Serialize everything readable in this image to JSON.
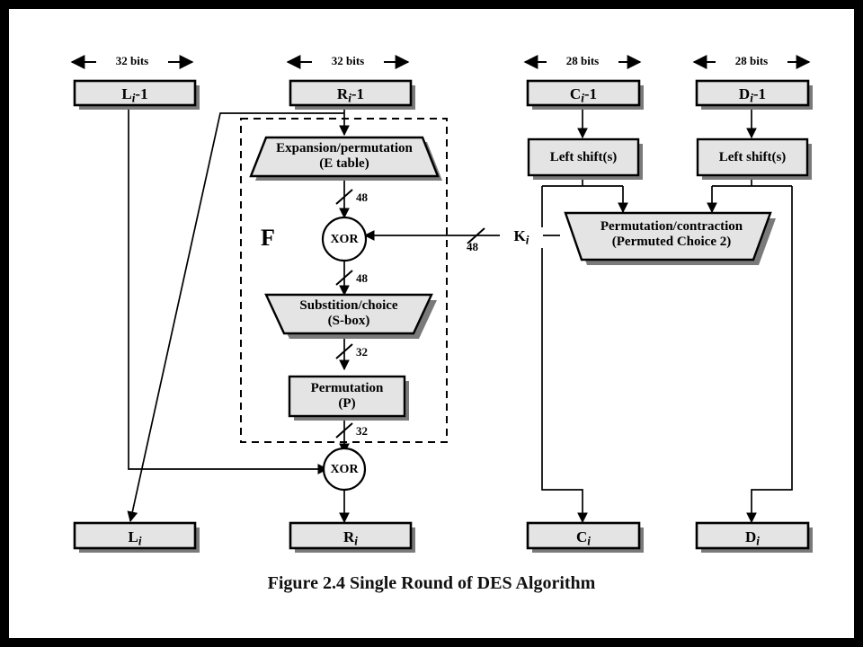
{
  "figure": {
    "caption": "Figure 2.4   Single Round of DES Algorithm",
    "f_label": "F"
  },
  "colors": {
    "page_background": "#ffffff",
    "frame": "#000000",
    "box_fill": "#e4e4e4",
    "box_stroke": "#000000",
    "shadow": "#7a7a7a",
    "line": "#000000"
  },
  "width_labels": [
    {
      "name": "left-half-width",
      "text": "32 bits"
    },
    {
      "name": "right-half-width",
      "text": "32 bits"
    },
    {
      "name": "c-register-width",
      "text": "28 bits"
    },
    {
      "name": "d-register-width",
      "text": "28 bits"
    }
  ],
  "registers_in": [
    {
      "name": "L-prev",
      "base": "L",
      "sub": "i",
      "suffix": "-1"
    },
    {
      "name": "R-prev",
      "base": "R",
      "sub": "i",
      "suffix": "-1"
    },
    {
      "name": "C-prev",
      "base": "C",
      "sub": "i",
      "suffix": "-1"
    },
    {
      "name": "D-prev",
      "base": "D",
      "sub": "i",
      "suffix": "-1"
    }
  ],
  "registers_out": [
    {
      "name": "L-next",
      "base": "L",
      "sub": "i",
      "suffix": ""
    },
    {
      "name": "R-next",
      "base": "R",
      "sub": "i",
      "suffix": ""
    },
    {
      "name": "C-next",
      "base": "C",
      "sub": "i",
      "suffix": ""
    },
    {
      "name": "D-next",
      "base": "D",
      "sub": "i",
      "suffix": ""
    }
  ],
  "f_function": {
    "expansion": {
      "line1": "Expansion/permutation",
      "line2": "(E table)"
    },
    "xor_top": "XOR",
    "sbox": {
      "line1": "Substition/choice",
      "line2": "(S-box)"
    },
    "permutation": {
      "line1": "Permutation",
      "line2": "(P)"
    }
  },
  "xor_bottom": "XOR",
  "key_schedule": {
    "left_shift_c": "Left shift(s)",
    "left_shift_d": "Left shift(s)",
    "pc2": {
      "line1": "Permutation/contraction",
      "line2": "(Permuted Choice 2)"
    },
    "subkey": {
      "base": "K",
      "sub": "i"
    }
  },
  "bus_widths": [
    {
      "name": "expansion-out-width",
      "value": "48"
    },
    {
      "name": "xor-out-width",
      "value": "48"
    },
    {
      "name": "sbox-out-width",
      "value": "32"
    },
    {
      "name": "permutation-out-width",
      "value": "32"
    },
    {
      "name": "subkey-width",
      "value": "48"
    }
  ]
}
